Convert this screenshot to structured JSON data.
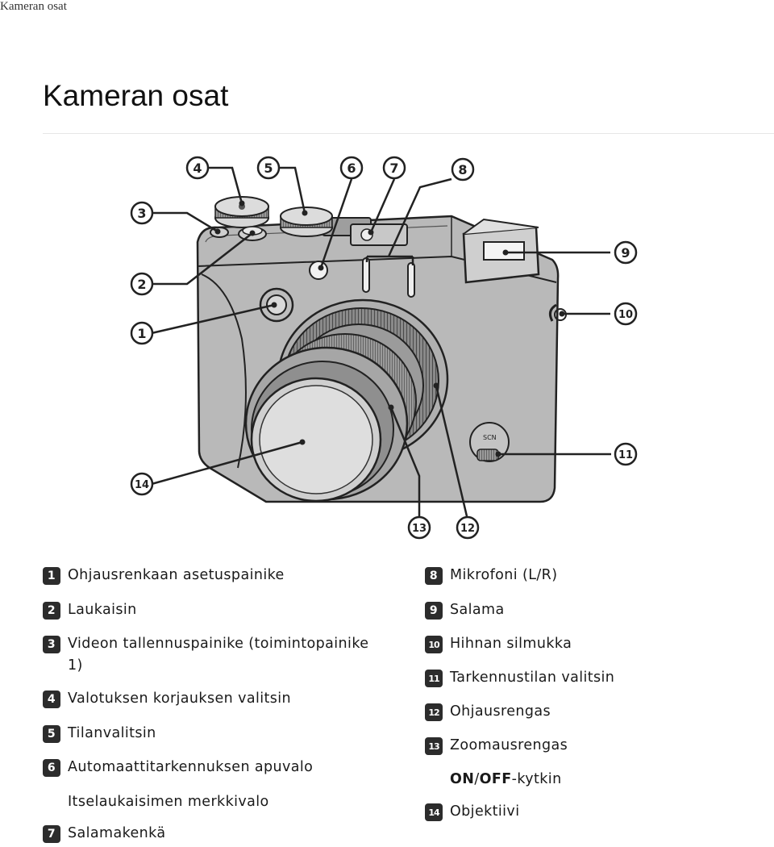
{
  "document": {
    "tab_title": "Kameran osat",
    "heading": "Kameran osat"
  },
  "figure": {
    "callouts": [
      "1",
      "2",
      "3",
      "4",
      "5",
      "6",
      "7",
      "8",
      "9",
      "10",
      "11",
      "12",
      "13",
      "14"
    ],
    "mode_dial_label": "SCN"
  },
  "parts_left": [
    {
      "num": "1",
      "label": "Ohjausrenkaan asetuspainike"
    },
    {
      "num": "2",
      "label": "Laukaisin"
    },
    {
      "num": "3",
      "label": "Videon tallennuspainike (toimintopainike 1)"
    },
    {
      "num": "4",
      "label": "Valotuksen korjauksen valitsin"
    },
    {
      "num": "5",
      "label": "Tilanvalitsin"
    },
    {
      "num": "6",
      "label": "Automaattitarkennuksen apuvalo"
    },
    {
      "num": "",
      "label": "Itselaukaisimen merkkivalo"
    },
    {
      "num": "7",
      "label": "Salamakenkä"
    }
  ],
  "parts_right": [
    {
      "num": "8",
      "label": "Mikrofoni (L/R)"
    },
    {
      "num": "9",
      "label": "Salama"
    },
    {
      "num": "10",
      "label": "Hihnan silmukka"
    },
    {
      "num": "11",
      "label": "Tarkennustilan valitsin"
    },
    {
      "num": "12",
      "label": "Ohjausrengas"
    },
    {
      "num": "13",
      "label": "Zoomausrengas"
    },
    {
      "num": "",
      "label_parts": [
        "ON",
        "/",
        "OFF",
        "-kytkin"
      ]
    },
    {
      "num": "14",
      "label": "Objektiivi"
    }
  ]
}
